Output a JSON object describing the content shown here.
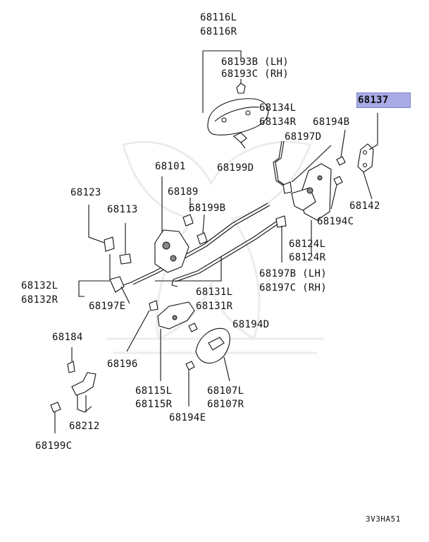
{
  "highlight_color": "#a8abe6",
  "labels": {
    "p68116": [
      "68116L",
      "68116R"
    ],
    "p68193": [
      "68193B (LH)",
      "68193C (RH)"
    ],
    "p68134": [
      "68134L",
      "68134R"
    ],
    "p68194b": "68194B",
    "p68137": "68137",
    "p68197d": "68197D",
    "p68199d": "68199D",
    "p68101": "68101",
    "p68123": "68123",
    "p68189": "68189",
    "p68113": "68113",
    "p68199b": "68199B",
    "p68142": "68142",
    "p68194c": "68194C",
    "p68124": [
      "68124L",
      "68124R"
    ],
    "p68132": [
      "68132L",
      "68132R"
    ],
    "p68197e": "68197E",
    "p68197bc": [
      "68197B (LH)",
      "68197C (RH)"
    ],
    "p68131": [
      "68131L",
      "68131R"
    ],
    "p68194d": "68194D",
    "p68184": "68184",
    "p68196": "68196",
    "p68115": [
      "68115L",
      "68115R"
    ],
    "p68107": [
      "68107L",
      "68107R"
    ],
    "p68194e": "68194E",
    "p68212": "68212",
    "p68199c": "68199C",
    "ref_code": "3V3HA51"
  }
}
